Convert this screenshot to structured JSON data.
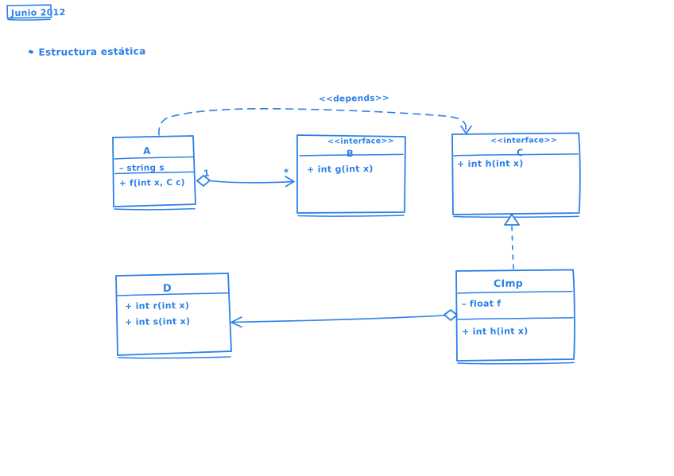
{
  "page": {
    "ink_color": "#2b7fe8",
    "background": "#ffffff",
    "date_label": "Junio 2012",
    "section_heading": "• Estructura estática"
  },
  "diagram": {
    "type": "uml-class-diagram",
    "classes": [
      {
        "id": "A",
        "name": "A",
        "stereotype": "",
        "attributes": [
          "– string s"
        ],
        "operations": [
          "+ f(int x, C c)"
        ]
      },
      {
        "id": "B",
        "name": "B",
        "stereotype": "<<interface>>",
        "attributes": [],
        "operations": [
          "+ int g(int x)"
        ]
      },
      {
        "id": "C",
        "name": "C",
        "stereotype": "<<interface>>",
        "attributes": [],
        "operations": [
          "+ int h(int x)"
        ]
      },
      {
        "id": "D",
        "name": "D",
        "stereotype": "",
        "attributes": [],
        "operations": [
          "+ int r(int x)",
          "+ int s(int x)"
        ]
      },
      {
        "id": "CImp",
        "name": "CImp",
        "stereotype": "",
        "attributes": [
          "– float f"
        ],
        "operations": [
          "+ int h(int x)"
        ]
      }
    ],
    "relations": [
      {
        "id": "a-depends-c",
        "kind": "dependency",
        "label": "<<depends>>",
        "from": "A",
        "to": "C",
        "line": "dashed",
        "arrow": "open"
      },
      {
        "id": "a-aggregates-b",
        "kind": "aggregation",
        "label": "",
        "from": "A",
        "to": "B",
        "line": "solid",
        "arrow": "open",
        "source_multiplicity": "1",
        "target_multiplicity": "*"
      },
      {
        "id": "cimp-realizes-c",
        "kind": "realization",
        "label": "",
        "from": "CImp",
        "to": "C",
        "line": "dashed",
        "arrow": "hollow-triangle"
      },
      {
        "id": "cimp-aggregates-d",
        "kind": "aggregation",
        "label": "",
        "from": "CImp",
        "to": "D",
        "line": "solid",
        "arrow": "open"
      }
    ]
  }
}
